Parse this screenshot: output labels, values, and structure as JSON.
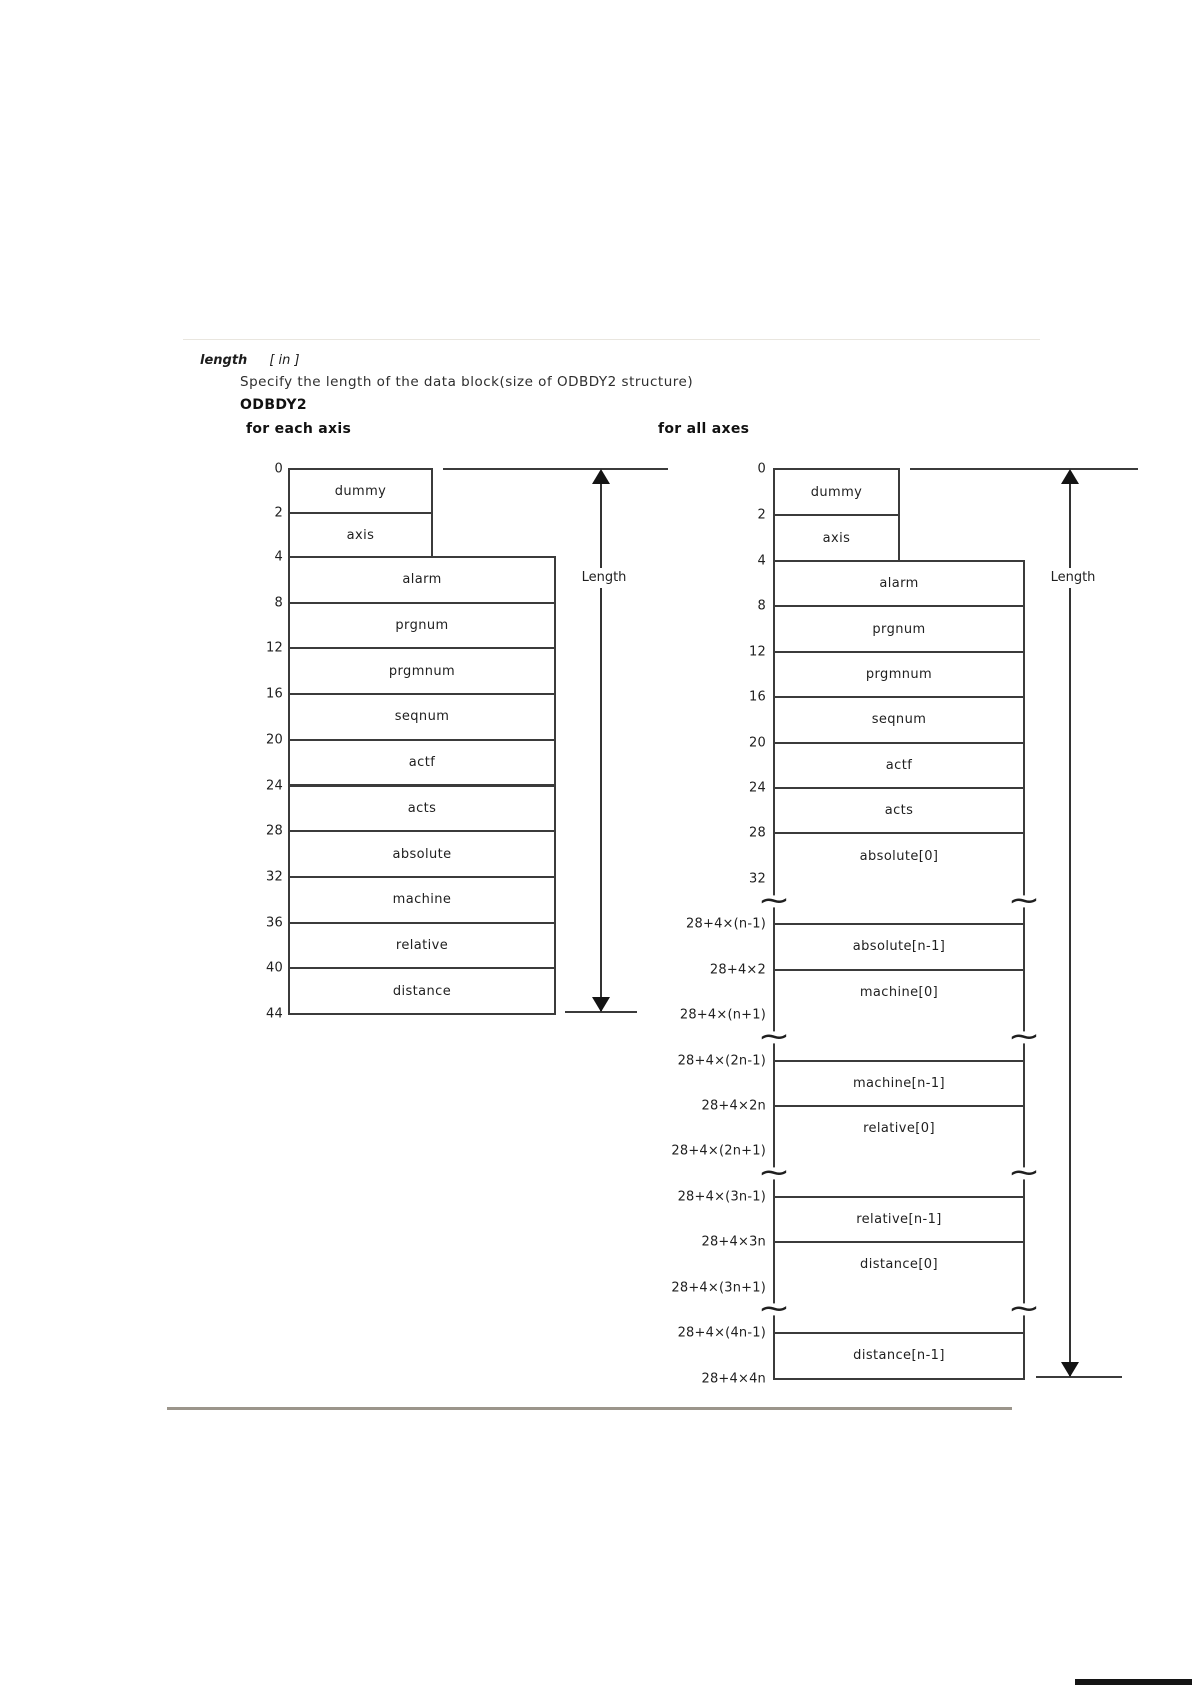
{
  "texts": {
    "param_name": "length",
    "param_inout": "[ in ]",
    "description": "Specify the length of the data block(size of ODBDY2 structure)",
    "struct_name": "ODBDY2",
    "left_title": "for each axis",
    "right_title": "for all axes",
    "length_label": "Length",
    "tilde": "~"
  },
  "left_diagram": {
    "rows": [
      {
        "offset": "0",
        "label": "dummy",
        "narrow": true
      },
      {
        "offset": "2",
        "label": "axis",
        "narrow": true
      },
      {
        "offset": "4",
        "label": "alarm"
      },
      {
        "offset": "8",
        "label": "prgnum"
      },
      {
        "offset": "12",
        "label": "prgmnum"
      },
      {
        "offset": "16",
        "label": "seqnum"
      },
      {
        "offset": "20",
        "label": "actf"
      },
      {
        "offset": "24",
        "label": "acts"
      },
      {
        "offset": "28",
        "label": "absolute"
      },
      {
        "offset": "32",
        "label": "machine"
      },
      {
        "offset": "36",
        "label": "relative"
      },
      {
        "offset": "40",
        "label": "distance"
      }
    ],
    "end_offset": "44"
  },
  "right_diagram": {
    "segments": [
      {
        "rows": [
          {
            "offset": "0",
            "label": "dummy",
            "narrow": true
          },
          {
            "offset": "2",
            "label": "axis",
            "narrow": true
          },
          {
            "offset": "4",
            "label": "alarm"
          },
          {
            "offset": "8",
            "label": "prgnum"
          },
          {
            "offset": "12",
            "label": "prgmnum"
          },
          {
            "offset": "16",
            "label": "seqnum"
          },
          {
            "offset": "20",
            "label": "actf"
          },
          {
            "offset": "24",
            "label": "acts"
          },
          {
            "offset": "28",
            "label": "absolute[0]"
          }
        ],
        "end_offset": "32"
      },
      {
        "break": true
      },
      {
        "rows": [
          {
            "offset": "28+4×(n-1)",
            "label": "absolute[n-1]"
          },
          {
            "offset": "28+4×2",
            "label": "machine[0]"
          }
        ],
        "end_offset": "28+4×(n+1)"
      },
      {
        "break": true
      },
      {
        "rows": [
          {
            "offset": "28+4×(2n-1)",
            "label": "machine[n-1]"
          },
          {
            "offset": "28+4×2n",
            "label": "relative[0]"
          }
        ],
        "end_offset": "28+4×(2n+1)"
      },
      {
        "break": true
      },
      {
        "rows": [
          {
            "offset": "28+4×(3n-1)",
            "label": "relative[n-1]"
          },
          {
            "offset": "28+4×3n",
            "label": "distance[0]"
          }
        ],
        "end_offset": "28+4×(3n+1)"
      },
      {
        "break": true
      },
      {
        "rows": [
          {
            "offset": "28+4×(4n-1)",
            "label": "distance[n-1]"
          }
        ],
        "end_offset": "28+4×4n"
      }
    ]
  }
}
